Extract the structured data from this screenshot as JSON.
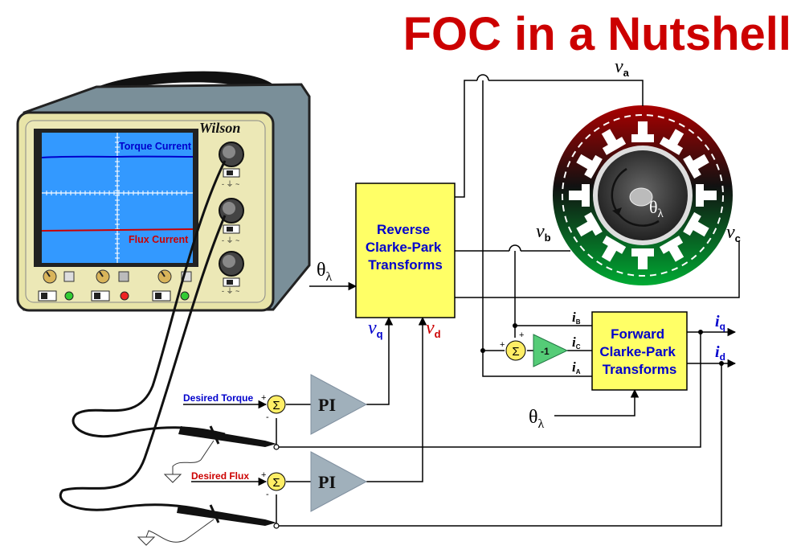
{
  "title": "FOC in a Nutshell",
  "colors": {
    "title": "#cc0000",
    "block_fill": "#ffff66",
    "scope_body": "#7a8f99",
    "scope_screen": "#3399ff",
    "torque_trace": "#0000cc",
    "flux_trace": "#cc0000",
    "pi_fill": "#a0b0bb",
    "gain_fill": "#55cc77",
    "sum_fill": "#ffee66",
    "label_blue": "#0000cc",
    "label_red": "#cc0000"
  },
  "oscilloscope": {
    "brand": "Wilson",
    "torque_label": "Torque Current",
    "flux_label": "Flux Current"
  },
  "blocks": {
    "reverse": [
      "Reverse",
      "Clarke-Park",
      "Transforms"
    ],
    "forward": [
      "Forward",
      "Clarke-Park",
      "Transforms"
    ],
    "pi_top": "PI",
    "pi_bottom": "PI",
    "gain": "-1"
  },
  "inputs": {
    "desired_torque": "Desired Torque",
    "desired_flux": "Desired Flux",
    "theta": "θ",
    "theta_sub": "λ"
  },
  "signals": {
    "va_main": "v",
    "va_sub": "a",
    "vb_main": "v",
    "vb_sub": "b",
    "vc_main": "v",
    "vc_sub": "c",
    "vq_main": "v",
    "vq_sub": "q",
    "vd_main": "v",
    "vd_sub": "d",
    "iB_main": "i",
    "iB_sub": "B",
    "iC_main": "i",
    "iC_sub": "C",
    "iA_main": "i",
    "iA_sub": "A",
    "iq_main": "i",
    "iq_sub": "q",
    "id_main": "i",
    "id_sub": "d"
  },
  "summing": {
    "symbol": "Σ",
    "plus": "+",
    "minus": "-"
  },
  "motor": {
    "rotor_label": "θ",
    "rotor_label_sub": "λ"
  }
}
